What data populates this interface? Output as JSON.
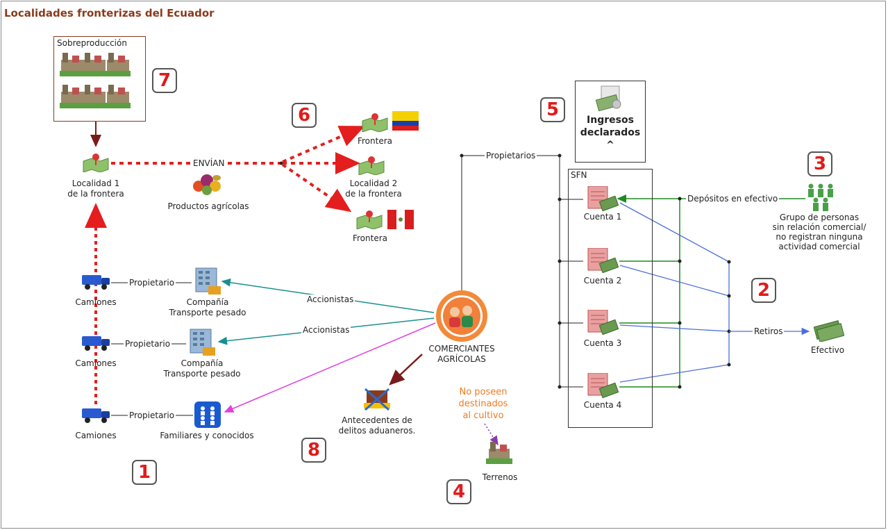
{
  "title": "Localidades fronterizas del Ecuador",
  "badges": {
    "b1": "1",
    "b2": "2",
    "b3": "3",
    "b4": "4",
    "b5": "5",
    "b6": "6",
    "b7": "7",
    "b8": "8"
  },
  "nodes": {
    "sobreproduccion": "Sobreproducción",
    "localidad1_line1": "Localidad 1",
    "localidad1_line2": "de la frontera",
    "productos": "Productos agrícolas",
    "frontera_ec": "Frontera",
    "localidad2_line1": "Localidad 2",
    "localidad2_line2": "de la frontera",
    "frontera_pe": "Frontera",
    "camiones1": "Camiones",
    "camiones2": "Camiones",
    "camiones3": "Camiones",
    "compania1_line1": "Compañía",
    "compania1_line2": "Transporte pesado",
    "compania2_line1": "Compañía",
    "compania2_line2": "Transporte pesado",
    "familiares": "Familiares y conocidos",
    "comerciantes_line1": "COMERCIANTES",
    "comerciantes_line2": "AGRÍCOLAS",
    "antecedentes_line1": "Antecedentes de",
    "antecedentes_line2": "delitos aduaneros.",
    "no_poseen_line1": "No poseen",
    "no_poseen_line2": "destinados",
    "no_poseen_line3": "al cultivo",
    "terrenos": "Terrenos",
    "ingresos_line1": "Ingresos",
    "ingresos_line2": "declarados",
    "ingresos_caret": "^",
    "sfn": "SFN",
    "cuenta1": "Cuenta 1",
    "cuenta2": "Cuenta 2",
    "cuenta3": "Cuenta 3",
    "cuenta4": "Cuenta 4",
    "grupo_line1": "Grupo de personas",
    "grupo_line2": "sin relación comercial/",
    "grupo_line3": "no registran ninguna",
    "grupo_line4": "actividad comercial",
    "efectivo": "Efectivo"
  },
  "edge_labels": {
    "envian": "ENVÍAN",
    "propietarios": "Propietarios",
    "depositos": "Depósitos en efectivo",
    "retiros": "Retiros",
    "propietario1": "Propietario",
    "propietario2": "Propietario",
    "propietario3": "Propietario",
    "accionistas1": "Accionistas",
    "accionistas2": "Accionistas"
  },
  "colors": {
    "title": "#8b3a1a",
    "badge_text": "#e21a1a",
    "red_dashed": "#e41e1e",
    "teal": "#1a8f8f",
    "magenta": "#e040e0",
    "darkred": "#7a1a1a",
    "purple_dotted": "#8a3aa8",
    "green": "#1f8a1f",
    "blue": "#4a6fd8",
    "orange": "#f07a20"
  }
}
